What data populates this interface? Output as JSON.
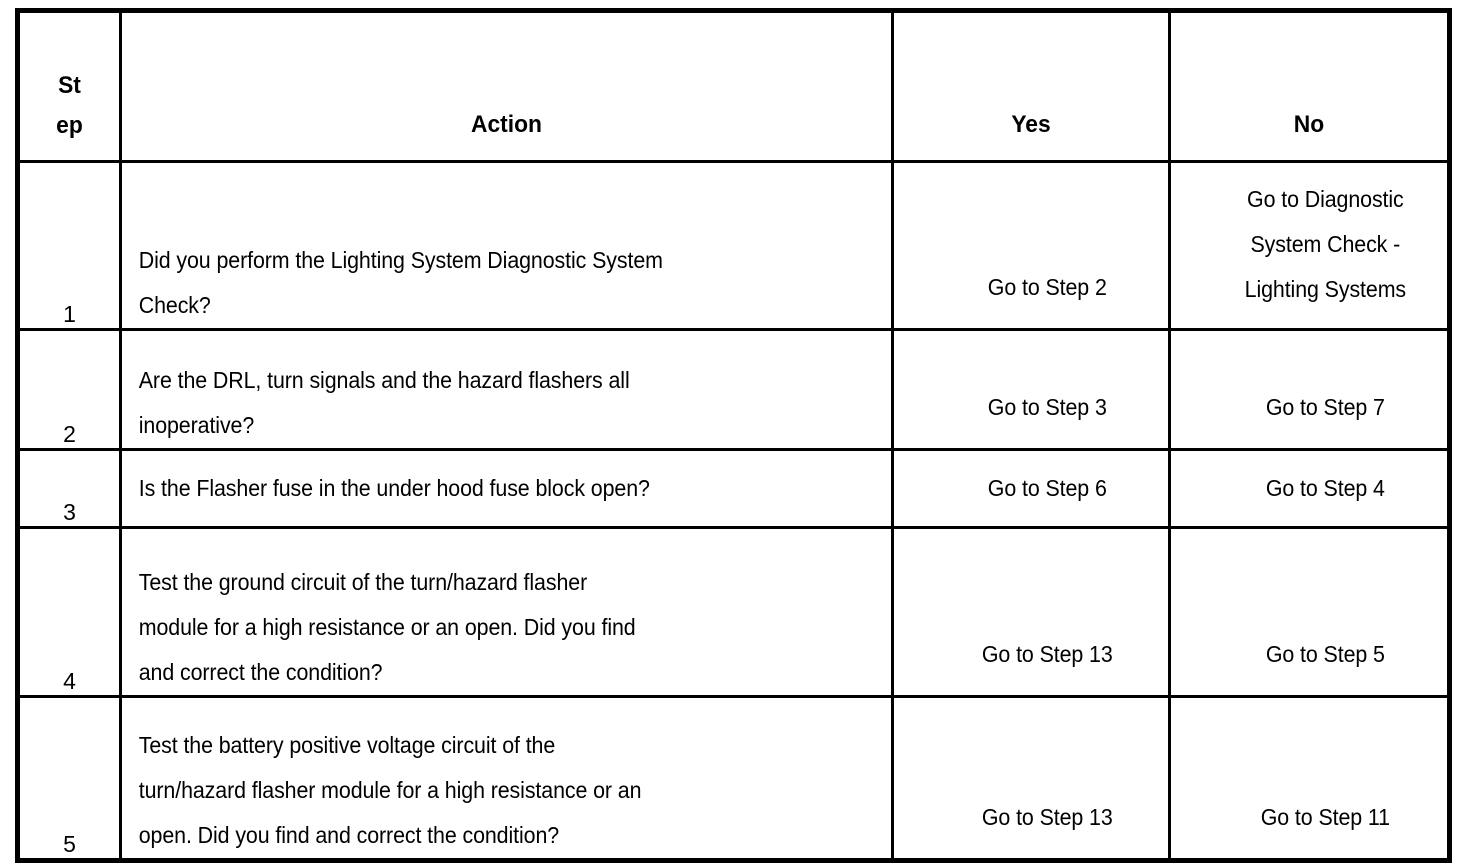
{
  "table": {
    "headers": {
      "step": "Step",
      "step_line1": "St",
      "step_line2": "ep",
      "action": "Action",
      "yes": "Yes",
      "no": "No"
    },
    "rows": [
      {
        "step": "1",
        "action": "Did you perform the Lighting System Diagnostic System Check?",
        "action_lines": [
          "Did you perform the Lighting System Diagnostic System",
          "Check?"
        ],
        "yes": "Go to Step 2",
        "yes_lines": [
          "Go to Step 2"
        ],
        "no": "Go to Diagnostic System Check - Lighting Systems",
        "no_lines": [
          "Go to Diagnostic",
          "System Check -",
          "Lighting Systems"
        ]
      },
      {
        "step": "2",
        "action": "Are the DRL, turn signals and the hazard flashers all inoperative?",
        "action_lines": [
          "Are the DRL, turn signals and the hazard flashers all",
          "inoperative?"
        ],
        "yes": "Go to Step 3",
        "yes_lines": [
          "Go to Step 3"
        ],
        "no": "Go to Step 7",
        "no_lines": [
          "Go to Step 7"
        ]
      },
      {
        "step": "3",
        "action": "Is the Flasher fuse in the under hood fuse block open?",
        "action_lines": [
          "Is the Flasher fuse in the under hood fuse block open?"
        ],
        "yes": "Go to Step 6",
        "yes_lines": [
          "Go to Step 6"
        ],
        "no": "Go to Step 4",
        "no_lines": [
          "Go to Step 4"
        ]
      },
      {
        "step": "4",
        "action": "Test the ground circuit of the turn/hazard flasher module for a high resistance or an open. Did you find and correct the condition?",
        "action_lines": [
          "Test the ground circuit of the turn/hazard flasher",
          "module for a high resistance or an open. Did you find",
          "and correct the condition?"
        ],
        "yes": "Go to Step 13",
        "yes_lines": [
          "Go to Step 13"
        ],
        "no": "Go to Step 5",
        "no_lines": [
          "Go to Step 5"
        ]
      },
      {
        "step": "5",
        "action": "Test the battery positive voltage circuit of the turn/hazard flasher module for a high resistance or an open. Did you find and correct the condition?",
        "action_lines": [
          "Test the battery positive voltage circuit of the",
          "turn/hazard flasher module for a high resistance or an",
          "open. Did you find and correct the condition?"
        ],
        "yes": "Go to Step 13",
        "yes_lines": [
          "Go to Step 13"
        ],
        "no": "Go to Step 11",
        "no_lines": [
          "Go to Step 11"
        ]
      }
    ]
  },
  "colors": {
    "text": "#000000",
    "background": "#ffffff",
    "border": "#000000"
  }
}
